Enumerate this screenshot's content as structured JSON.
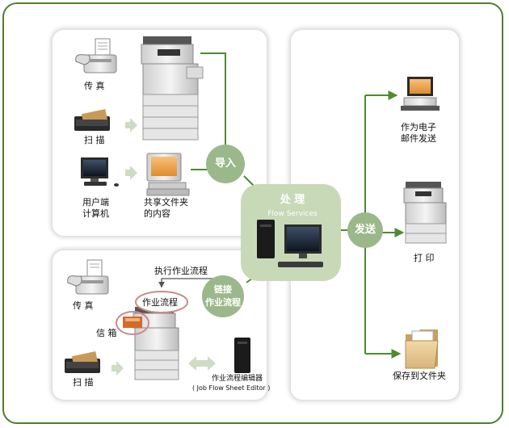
{
  "colors": {
    "frame": "#4c7f32",
    "arrow": "#4f8a32",
    "bubble": "#9ab88a",
    "hub": "#c7d9b7"
  },
  "left_top_panel": {
    "fax_label": "传  真",
    "scan_label": "扫  描",
    "pc_label_1": "用户端",
    "pc_label_2": "计算机",
    "share_label_1": "共享文件夹",
    "share_label_2": "的内容"
  },
  "left_bottom_panel": {
    "exec_label": "执行作业流程",
    "workflow_label": "作业流程",
    "fax_label": "传  真",
    "mailbox_label": "信 箱",
    "scan_label": "扫  描",
    "editor_label_1": "作业流程编辑器",
    "editor_label_2": "( Job Flow Sheet Editor )"
  },
  "hub": {
    "title": "处  理",
    "subtitle": "Flow Services"
  },
  "bubbles": {
    "import": "导入",
    "link_1": "链接",
    "link_2": "作业流程",
    "send": "发送"
  },
  "right_panel": {
    "email_label_1": "作为电子",
    "email_label_2": "邮件发送",
    "print_label": "打  印",
    "folder_label": "保存到文件夹"
  },
  "icons": [
    "fax-icon",
    "scanner-icon",
    "pc-icon",
    "shared-folder-pc-icon",
    "mfp-printer-icon",
    "server-pc-icon",
    "email-pc-icon",
    "printer-icon",
    "folder-icon",
    "editor-server-icon"
  ]
}
